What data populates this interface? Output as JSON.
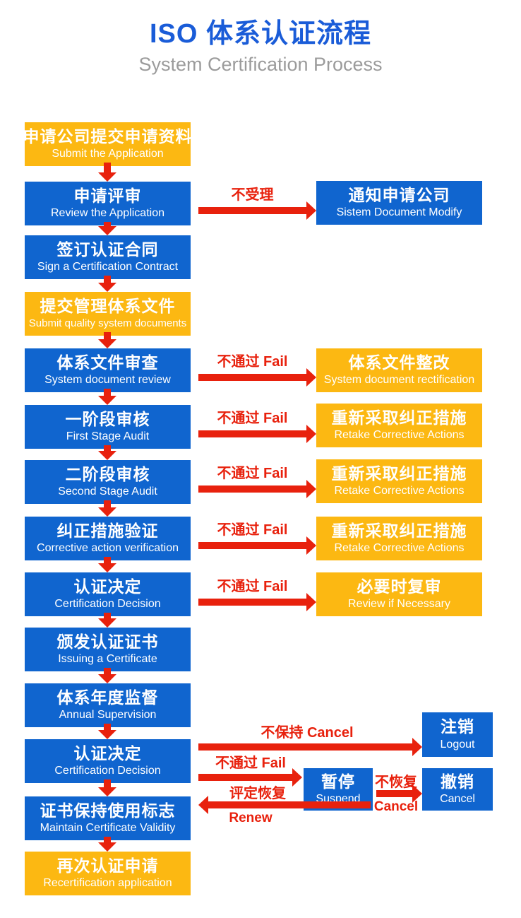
{
  "header": {
    "title": "ISO 体系认证流程",
    "subtitle": "System Certification Process"
  },
  "colors": {
    "blue": "#1065cf",
    "yellow": "#fcb812",
    "red": "#e8210d",
    "title": "#1a5cd8",
    "subtitle": "#9b9b9b"
  },
  "main_flow": [
    {
      "zh": "申请公司提交申请资料",
      "en": "Submit the Application",
      "type": "yellow"
    },
    {
      "zh": "申请评审",
      "en": "Review the Application",
      "type": "blue"
    },
    {
      "zh": "签订认证合同",
      "en": "Sign a Certification Contract",
      "type": "blue"
    },
    {
      "zh": "提交管理体系文件",
      "en": "Submit quality system documents",
      "type": "yellow"
    },
    {
      "zh": "体系文件审查",
      "en": "System document review",
      "type": "blue"
    },
    {
      "zh": "一阶段审核",
      "en": "First Stage Audit",
      "type": "blue"
    },
    {
      "zh": "二阶段审核",
      "en": "Second Stage Audit",
      "type": "blue"
    },
    {
      "zh": "纠正措施验证",
      "en": "Corrective action verification",
      "type": "blue"
    },
    {
      "zh": "认证决定",
      "en": "Certification Decision",
      "type": "blue"
    },
    {
      "zh": "颁发认证证书",
      "en": "Issuing a Certificate",
      "type": "blue"
    },
    {
      "zh": "体系年度监督",
      "en": "Annual Supervision",
      "type": "blue"
    },
    {
      "zh": "认证决定",
      "en": "Certification Decision",
      "type": "blue"
    },
    {
      "zh": "证书保持使用标志",
      "en": "Maintain Certificate Validity",
      "type": "blue"
    },
    {
      "zh": "再次认证申请",
      "en": "Recertification application",
      "type": "yellow"
    }
  ],
  "branches": [
    {
      "label": "不受理",
      "zh": "通知申请公司",
      "en": "Sistem Document Modify",
      "type": "blue"
    },
    {
      "label": "不通过 Fail",
      "zh": "体系文件整改",
      "en": "System document rectification",
      "type": "yellow"
    },
    {
      "label": "不通过 Fail",
      "zh": "重新采取纠正措施",
      "en": "Retake Corrective Actions",
      "type": "yellow"
    },
    {
      "label": "不通过 Fail",
      "zh": "重新采取纠正措施",
      "en": "Retake Corrective Actions",
      "type": "yellow"
    },
    {
      "label": "不通过 Fail",
      "zh": "重新采取纠正措施",
      "en": "Retake Corrective Actions",
      "type": "yellow"
    },
    {
      "label": "不通过 Fail",
      "zh": "必要时复审",
      "en": "Review if Necessary",
      "type": "yellow"
    }
  ],
  "bottom": {
    "logout": {
      "zh": "注销",
      "en": "Logout"
    },
    "suspend": {
      "zh": "暂停",
      "en": "Suspend"
    },
    "cancel": {
      "zh": "撤销",
      "en": "Cancel"
    },
    "labels": {
      "to_logout": "不保持 Cancel",
      "to_suspend": "不通过 Fail",
      "not_restore_zh": "不恢复",
      "not_restore_en": "Cancel",
      "renew_zh": "评定恢复",
      "renew_en": "Renew"
    }
  }
}
